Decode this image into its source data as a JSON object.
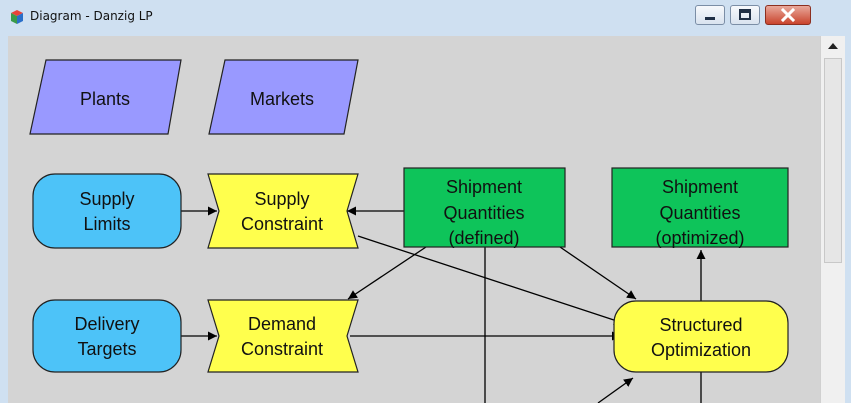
{
  "window": {
    "title": "Diagram - Danzig LP",
    "controls": {
      "minimize": "minimize",
      "maximize": "maximize",
      "close": "close"
    }
  },
  "diagram": {
    "nodes": {
      "plants": {
        "label": "Plants",
        "shape": "parallelogram",
        "color": "#9999ff"
      },
      "markets": {
        "label": "Markets",
        "shape": "parallelogram",
        "color": "#9999ff"
      },
      "supply_limits": {
        "label_lines": [
          "Supply",
          "Limits"
        ],
        "shape": "rounded",
        "color": "#4dc3f8"
      },
      "supply_constraint": {
        "label_lines": [
          "Supply",
          "Constraint"
        ],
        "shape": "bowtie",
        "color": "#ffff4d"
      },
      "shipment_defined": {
        "label_lines": [
          "Shipment",
          "Quantities",
          "(defined)"
        ],
        "shape": "rect",
        "color": "#0ec45a"
      },
      "shipment_optimized": {
        "label_lines": [
          "Shipment",
          "Quantities",
          "(optimized)"
        ],
        "shape": "rect",
        "color": "#0ec45a"
      },
      "delivery_targets": {
        "label_lines": [
          "Delivery",
          "Targets"
        ],
        "shape": "rounded",
        "color": "#4dc3f8"
      },
      "demand_constraint": {
        "label_lines": [
          "Demand",
          "Constraint"
        ],
        "shape": "bowtie",
        "color": "#ffff4d"
      },
      "structured_optimization": {
        "label_lines": [
          "Structured",
          "Optimization"
        ],
        "shape": "rounded",
        "color": "#ffff4d"
      }
    }
  },
  "colors": {
    "canvas": "#d4d4d4",
    "titlebar": "#cfe0f1",
    "arrow": "#000000"
  }
}
